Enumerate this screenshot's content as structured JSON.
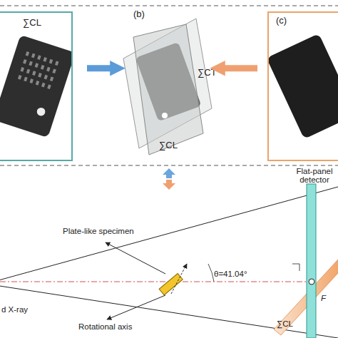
{
  "diagram": {
    "nodes": [
      {
        "text": [
          "∑CL"
        ]
      },
      {
        "text": [
          "(b)",
          "∑CT",
          "∑CL"
        ]
      },
      {
        "text": [
          "(c)"
        ]
      }
    ],
    "edges": [
      {
        "from": 0,
        "to": 1,
        "arrow": "to"
      },
      {
        "from": 2,
        "to": 1,
        "arrow": "to"
      }
    ],
    "labels": [
      "Flat-panel detector",
      "Plate-like specimen",
      "θ=41.04°",
      "F",
      "d X-ray",
      "Rotational axis",
      "∑CL"
    ]
  }
}
